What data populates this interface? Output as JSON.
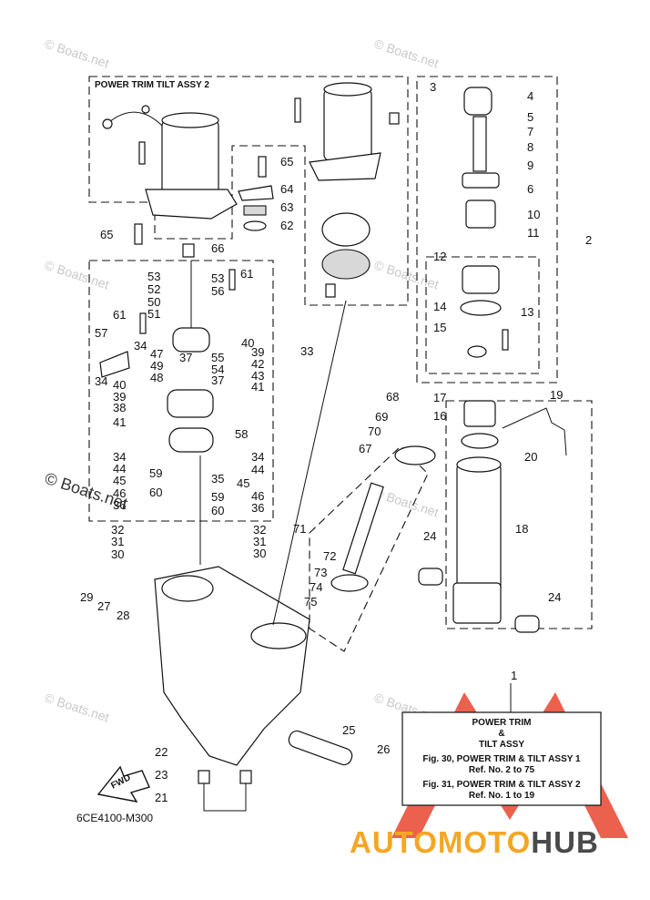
{
  "diagram": {
    "assembly_title": "POWER TRIM TILT ASSY 2",
    "drawing_code": "6CE4100-M300",
    "fwd_label": "FWD",
    "legend": {
      "lines": [
        "POWER TRIM",
        "&",
        "TILT ASSY",
        "Fig. 30, POWER TRIM & TILT ASSY 1",
        "Ref. No. 2 to 75",
        "Fig. 31, POWER TRIM & TILT ASSY 2",
        "Ref. No. 1 to 19"
      ]
    },
    "watermark": "© Boats.net",
    "callouts": [
      {
        "label": "1"
      },
      {
        "label": "2"
      },
      {
        "label": "3"
      },
      {
        "label": "4"
      },
      {
        "label": "5"
      },
      {
        "label": "6"
      },
      {
        "label": "7"
      },
      {
        "label": "8"
      },
      {
        "label": "9"
      },
      {
        "label": "10"
      },
      {
        "label": "11"
      },
      {
        "label": "12"
      },
      {
        "label": "13"
      },
      {
        "label": "14"
      },
      {
        "label": "15"
      },
      {
        "label": "16"
      },
      {
        "label": "17"
      },
      {
        "label": "18"
      },
      {
        "label": "19"
      },
      {
        "label": "20"
      },
      {
        "label": "21"
      },
      {
        "label": "22"
      },
      {
        "label": "23"
      },
      {
        "label": "24"
      },
      {
        "label": "24"
      },
      {
        "label": "25"
      },
      {
        "label": "26"
      },
      {
        "label": "27"
      },
      {
        "label": "28"
      },
      {
        "label": "29"
      },
      {
        "label": "30"
      },
      {
        "label": "30"
      },
      {
        "label": "31"
      },
      {
        "label": "31"
      },
      {
        "label": "32"
      },
      {
        "label": "32"
      },
      {
        "label": "33"
      },
      {
        "label": "34"
      },
      {
        "label": "34"
      },
      {
        "label": "34"
      },
      {
        "label": "34"
      },
      {
        "label": "35"
      },
      {
        "label": "36"
      },
      {
        "label": "36"
      },
      {
        "label": "37"
      },
      {
        "label": "37"
      },
      {
        "label": "38"
      },
      {
        "label": "39"
      },
      {
        "label": "39"
      },
      {
        "label": "40"
      },
      {
        "label": "40"
      },
      {
        "label": "41"
      },
      {
        "label": "41"
      },
      {
        "label": "42"
      },
      {
        "label": "43"
      },
      {
        "label": "44"
      },
      {
        "label": "44"
      },
      {
        "label": "45"
      },
      {
        "label": "45"
      },
      {
        "label": "46"
      },
      {
        "label": "46"
      },
      {
        "label": "47"
      },
      {
        "label": "48"
      },
      {
        "label": "49"
      },
      {
        "label": "50"
      },
      {
        "label": "51"
      },
      {
        "label": "52"
      },
      {
        "label": "53"
      },
      {
        "label": "53"
      },
      {
        "label": "54"
      },
      {
        "label": "55"
      },
      {
        "label": "56"
      },
      {
        "label": "57"
      },
      {
        "label": "58"
      },
      {
        "label": "59"
      },
      {
        "label": "59"
      },
      {
        "label": "60"
      },
      {
        "label": "60"
      },
      {
        "label": "61"
      },
      {
        "label": "61"
      },
      {
        "label": "62"
      },
      {
        "label": "63"
      },
      {
        "label": "64"
      },
      {
        "label": "65"
      },
      {
        "label": "65"
      },
      {
        "label": "66"
      },
      {
        "label": "67"
      },
      {
        "label": "68"
      },
      {
        "label": "69"
      },
      {
        "label": "70"
      },
      {
        "label": "71"
      },
      {
        "label": "72"
      },
      {
        "label": "73"
      },
      {
        "label": "74"
      },
      {
        "label": "75"
      }
    ]
  },
  "brand": {
    "part1": "AUTOMOTO",
    "part2": "HUB",
    "color_orange": "#f5a623",
    "color_gray": "#4a4a4a",
    "color_red": "#e8452e"
  }
}
